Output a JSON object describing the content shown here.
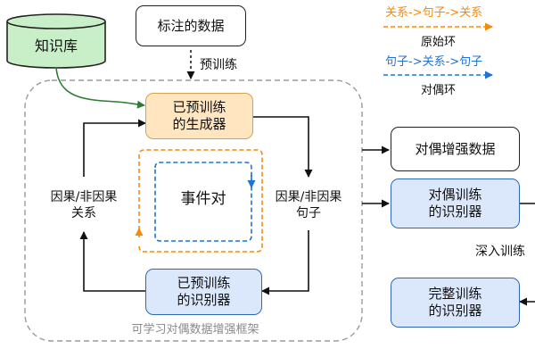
{
  "knowledge_base": "知识库",
  "labeled_data": "标注的数据",
  "pretrain": "预训练",
  "legend": {
    "orange_text": "关系->句子->关系",
    "orange_label": "原始环",
    "blue_text": "句子->关系->句子",
    "blue_label": "对偶环",
    "orange_color": "#f58a0a",
    "blue_color": "#1f73d6"
  },
  "framework": {
    "generator": "已预训练\n的生成器",
    "recognizer": "已预训练\n的识别器",
    "event_pair": "事件对",
    "left_label": "因果/非因果\n关系",
    "right_label": "因果/非因果\n句子",
    "caption": "可学习对偶数据增强框架"
  },
  "right": {
    "dual_augmented": "对偶增强数据",
    "dual_recognizer": "对偶训练\n的识别器",
    "deep_training": "深入训练",
    "full_recognizer": "完整训练\n的识别器"
  }
}
